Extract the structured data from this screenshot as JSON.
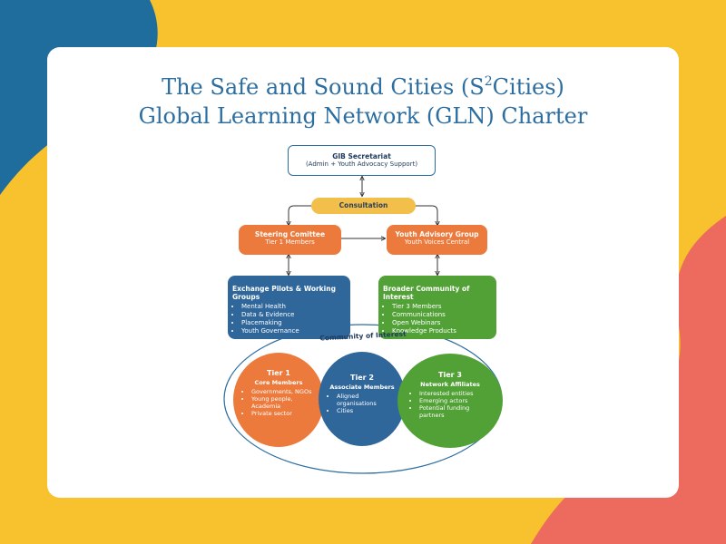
{
  "page": {
    "title_line1_part1": "The Safe and Sound Cities (S",
    "title_line1_sup": "2",
    "title_line1_part2": "Cities)",
    "title_line2": "Global Learning Network (GLN) Charter"
  },
  "diagram": {
    "secretariat": {
      "title": "GIB Secretariat",
      "subtitle": "(Admin + Youth Advocacy Support)"
    },
    "consultation": {
      "label": "Consultation"
    },
    "steering": {
      "title": "Steering Comittee",
      "subtitle": "Tier 1 Members"
    },
    "youth": {
      "title": "Youth Advisory Group",
      "subtitle": "Youth Voices Central"
    },
    "exchange": {
      "title": "Exchange Pilots & Working Groups",
      "items": [
        "Mental Health",
        "Data & Evidence",
        "Placemaking",
        "Youth Governance"
      ]
    },
    "broader": {
      "title": "Broader Community of Interest",
      "items": [
        "Tier 3 Members",
        "Communications",
        "Open Webinars",
        "Knowledge Products"
      ]
    },
    "community": {
      "label": "Community of Interest"
    },
    "tier1": {
      "title": "Tier 1",
      "subtitle": "Core Members",
      "items": [
        "Governments, NGOs",
        "Young people, Academia",
        "Private sector"
      ]
    },
    "tier2": {
      "title": "Tier 2",
      "subtitle": "Associate Members",
      "items": [
        "Aligned organisations",
        "Cities"
      ]
    },
    "tier3": {
      "title": "Tier 3",
      "subtitle": "Network Affiliates",
      "items": [
        "Interested entities",
        "Emerging actors",
        "Potential funding partners"
      ]
    }
  },
  "colors": {
    "background": "#f7c22e",
    "blue_blob": "#1f6d9c",
    "coral_blob": "#ec6b5e",
    "title": "#2d6ea1",
    "orange": "#ec7a3c",
    "navy": "#30679b",
    "green": "#52a136",
    "consultation": "#f2c04a"
  }
}
